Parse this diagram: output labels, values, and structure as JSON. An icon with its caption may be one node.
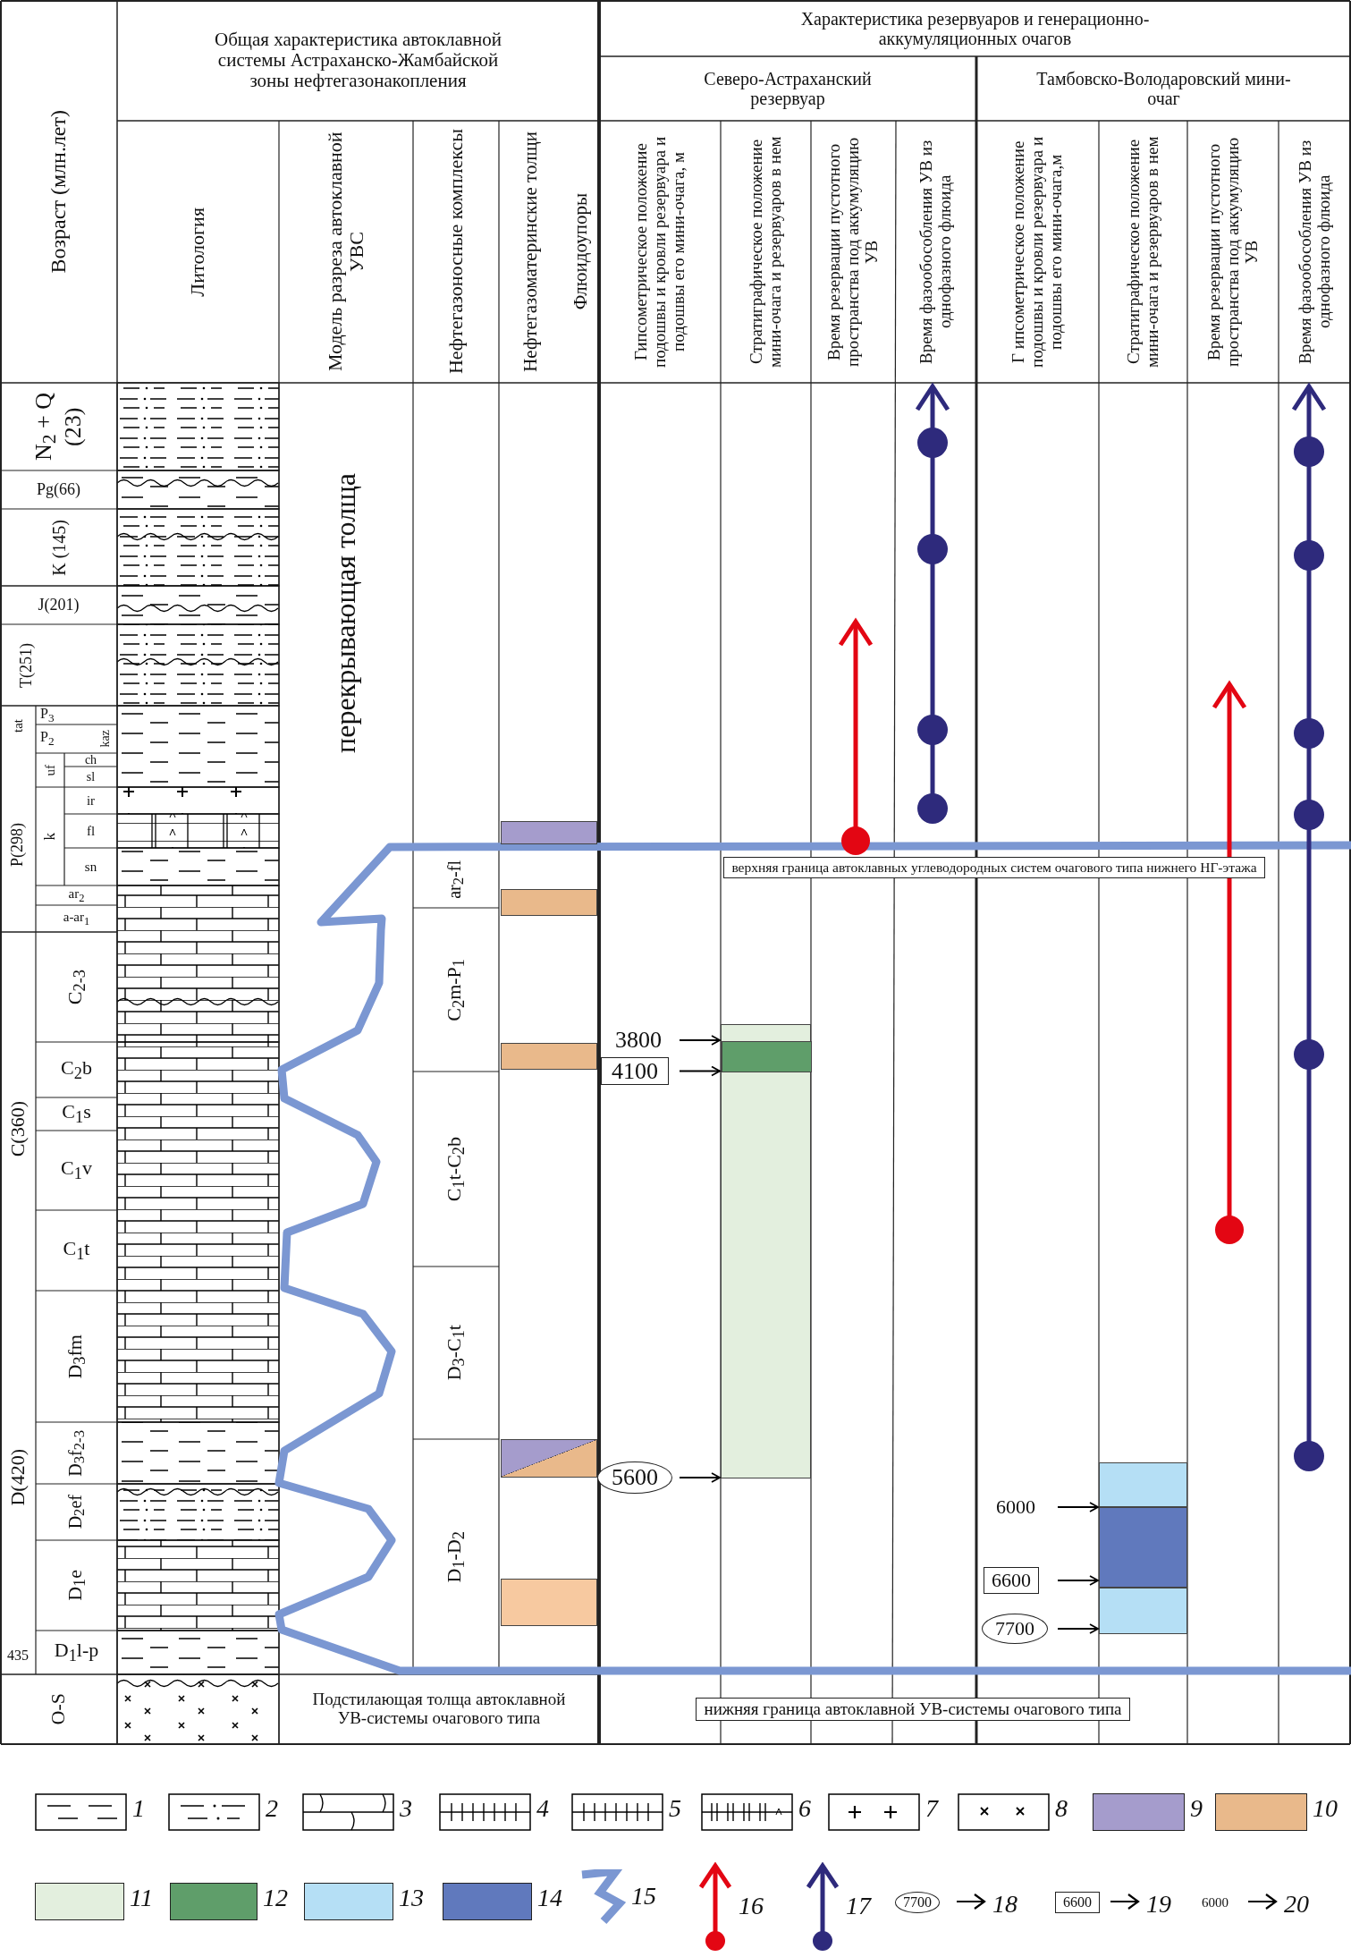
{
  "diagram": {
    "nodes": [
      {
        "text": [
          "3800"
        ]
      },
      {
        "text": [
          "4100"
        ]
      },
      {
        "text": [
          "5600"
        ]
      },
      {
        "text": [
          "6000"
        ]
      },
      {
        "text": [
          "6600"
        ]
      },
      {
        "text": [
          "7700"
        ]
      },
      {
        "text": [],
        "shape": "bar"
      },
      {
        "text": [],
        "shape": "bar",
        "in": 6
      },
      {
        "text": [],
        "shape": "bar"
      },
      {
        "text": [],
        "shape": "bar"
      },
      {
        "text": [],
        "shape": "bar"
      },
      {
        "text": [],
        "shape": "bar"
      },
      {
        "text": [],
        "shape": "bar"
      },
      {
        "text": [],
        "shape": "bar"
      },
      {
        "text": [],
        "shape": "bar"
      },
      {
        "text": [],
        "shape": "bar"
      }
    ],
    "edges": [
      {
        "from": 0,
        "to": 7,
        "arrow": "to"
      },
      {
        "from": 1,
        "to": 7,
        "arrow": "to"
      },
      {
        "from": 2,
        "to": 6,
        "arrow": "to"
      },
      {
        "from": 3,
        "to": 8,
        "arrow": "to"
      },
      {
        "from": 4,
        "to": 8,
        "arrow": "to"
      },
      {
        "from": 5,
        "to": 9,
        "arrow": "to"
      }
    ],
    "labels": [
      "Возраст (млн.лет)",
      "Общая характеристика автоклавной системы Астраханско-Жамбайской зоны нефтегазонакопления",
      "Характеристика резервуаров и генерационно-аккумуляционных очагов",
      "Северо-Астраханский резервуар",
      "Тамбовско-Володаровский мини-очаг",
      "Литология",
      "Модель разреза автоклавной УВС",
      "Нефтегазоносные комплексы",
      "Нефтегазоматеринские толщи",
      "Флюидоупоры",
      "Гипсометрическое положение подошвы и кровли резервуара и подошвы его мини-очага, м",
      "Стратиграфическое положение мини-очага и резервуаров в нем",
      "Время резервации пустотного пространства под аккумуляцию УВ",
      "Время фазообособления УВ из однофазного флюида",
      "Г ипсометрическое положение подошвы и кровли резервуара и подошвы его мини-очага,м",
      "Стратиграфическое положение мини-очага и резервуаров в нем",
      "Время резервации пустотного пространства под аккумуляцию УВ",
      "Время фазообособления УВ из однофазного флюида",
      "N$_{2}$ + Q (23)",
      "перекрывающая толща",
      "Pg(66)",
      "K (145)",
      "J(201)",
      "T(251)",
      "tat",
      "P$_{3}$",
      "P$_{2}$",
      "kaz",
      "uf",
      "ch",
      "sl",
      "P(298)",
      "k",
      "ir",
      "fl",
      "sn",
      "ar$_{2}$",
      "ar$_{2}$-fl",
      "a-ar$_{1}$",
      "верхняя граница автоклавных углеводородных систем очагового типа нижнего НГ-этажа",
      "C$_{2-3}$",
      "C$_{2}$m-P$_{1}$",
      "C$_{2}$b",
      "C(360)",
      "C$_{1}$s",
      "C$_{1}$v",
      "C$_{1}$t-C$_{2}$b",
      "C$_{1}$t",
      "D$_{3}$fm",
      "D$_{3}$-C$_{1}$t",
      "D(420)",
      "D$_{3}$f$_{2-3}$",
      "D$_{2}$ef",
      "D$_{1}$e",
      "D$_{1}$-D$_{2}$",
      "435",
      "D$_{1}$l-p",
      "O-S",
      "Подстилающая толща автоклавной УВ-системы очагового типа",
      "нижняя граница автоклавной УВ-системы очагового типа",
      "7700",
      "6600",
      "6000"
    ],
    "legend": [
      {
        "text": "1"
      },
      {
        "text": "2"
      },
      {
        "text": "3"
      },
      {
        "text": "4"
      },
      {
        "text": "5"
      },
      {
        "text": "6"
      },
      {
        "text": "7"
      },
      {
        "text": "8"
      },
      {
        "text": "9",
        "color": "#a59ccc"
      },
      {
        "text": "10",
        "color": "#e9b98b"
      },
      {
        "text": "11",
        "color": "#e3efde"
      },
      {
        "text": "12",
        "color": "#5f9e6a"
      },
      {
        "text": "13",
        "color": "#b5dff5"
      },
      {
        "text": "14",
        "color": "#6079bd"
      },
      {
        "text": "15"
      },
      {
        "text": "16"
      },
      {
        "text": "17"
      },
      {
        "text": "18"
      },
      {
        "text": "19"
      },
      {
        "text": "20"
      }
    ]
  }
}
